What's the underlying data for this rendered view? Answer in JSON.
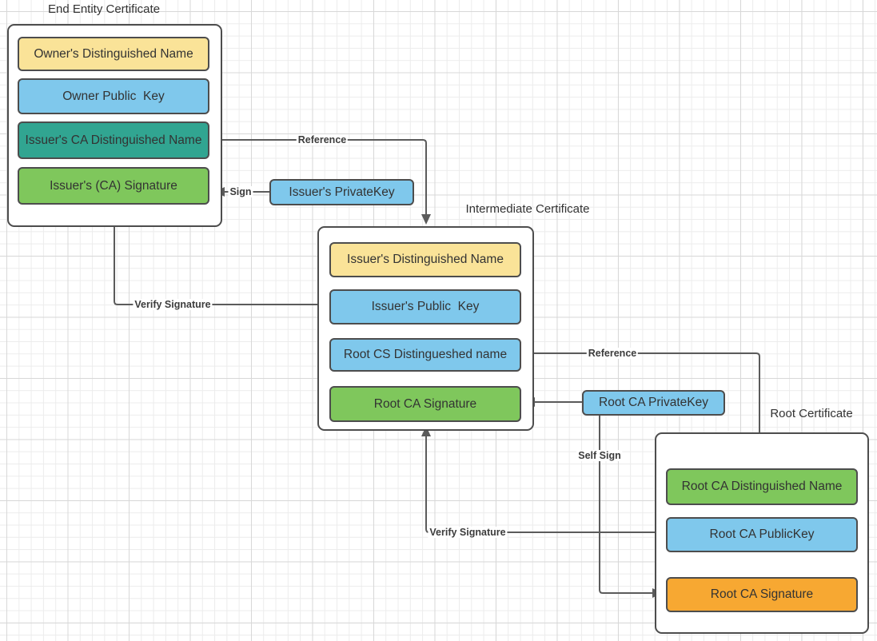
{
  "palette": {
    "yellow": "#FAE398",
    "blue": "#7FC8EC",
    "teal": "#31A591",
    "green": "#7FC75C",
    "orange": "#F7A832",
    "box_border": "#4d4d4d",
    "line": "#5b5b5b",
    "text": "#333333"
  },
  "diagram": {
    "groups": [
      {
        "title": "End Entity Certificate",
        "fields": [
          {
            "label": "Owner's Distinguished Name",
            "color": "yellow"
          },
          {
            "label": "Owner Public  Key",
            "color": "blue"
          },
          {
            "label": "Issuer's CA Distinguished Name",
            "color": "teal"
          },
          {
            "label": "Issuer's (CA) Signature",
            "color": "green"
          }
        ]
      },
      {
        "title": "Intermediate Certificate",
        "fields": [
          {
            "label": "Issuer's Distinguished Name",
            "color": "yellow"
          },
          {
            "label": "Issuer's Public  Key",
            "color": "blue"
          },
          {
            "label": "Root CS Distingueshed name",
            "color": "blue"
          },
          {
            "label": "Root CA Signature",
            "color": "green"
          }
        ]
      },
      {
        "title": "Root Certificate",
        "fields": [
          {
            "label": "Root CA Distinguished Name",
            "color": "green"
          },
          {
            "label": "Root CA PublicKey",
            "color": "blue"
          },
          {
            "label": "Root CA Signature",
            "color": "orange"
          }
        ]
      }
    ],
    "keys": [
      {
        "label": "Issuer's PrivateKey",
        "color": "blue"
      },
      {
        "label": "Root CA PrivateKey",
        "color": "blue"
      }
    ],
    "edges": [
      {
        "label": "Reference"
      },
      {
        "label": "Sign"
      },
      {
        "label": "Verify Signature"
      },
      {
        "label": "Reference"
      },
      {
        "label": "Self Sign"
      },
      {
        "label": "Verify Signature"
      }
    ]
  }
}
